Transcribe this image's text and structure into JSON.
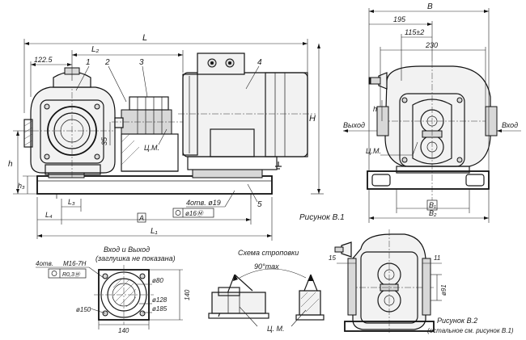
{
  "front_view": {
    "dim_L": "L",
    "dim_L2": "L₂",
    "dim_122_5": "122.5",
    "dim_L1": "L₁",
    "dim_L4": "L₄",
    "dim_L3": "L₃",
    "dim_A": "A",
    "dim_H": "H",
    "dim_h": "h",
    "dim_h3": "h₃",
    "dim_35": "35",
    "label_cm": "Ц.М.",
    "callouts": [
      "1",
      "2",
      "3",
      "4",
      "5"
    ],
    "holes_label": "4отв. ø19",
    "holes_tol": "ø16Ⓜ"
  },
  "side_view": {
    "dim_B": "B",
    "dim_195": "195",
    "dim_115": "115±2",
    "dim_230": "230",
    "dim_h": "h",
    "dim_B1": "B₁",
    "dim_B2": "B₂",
    "inlet": "Вход",
    "outlet": "Выход",
    "label_cm": "Ц.М."
  },
  "figure_b1": "Рисунок В.1",
  "flange_view": {
    "title_line1": "Вход и Выход",
    "title_line2": "(заглушка не показана)",
    "holes_label": "4отв.",
    "thread": "M16-7H",
    "tol": "R0,3Ⓜ",
    "d80": "ø80",
    "d128": "ø128",
    "d185": "ø185",
    "d150": "ø150",
    "dim_140_h": "140",
    "dim_140_v": "140"
  },
  "sling_scheme": {
    "title": "Схема строповки",
    "angle": "90°max",
    "label_cm": "Ц. М."
  },
  "fig_b2_view": {
    "dim_15": "15",
    "dim_11": "11",
    "dim_d91": "ø91",
    "caption_line1": "Рисунок В.2",
    "caption_line2": "(остальное см. рисунок В.1)"
  }
}
